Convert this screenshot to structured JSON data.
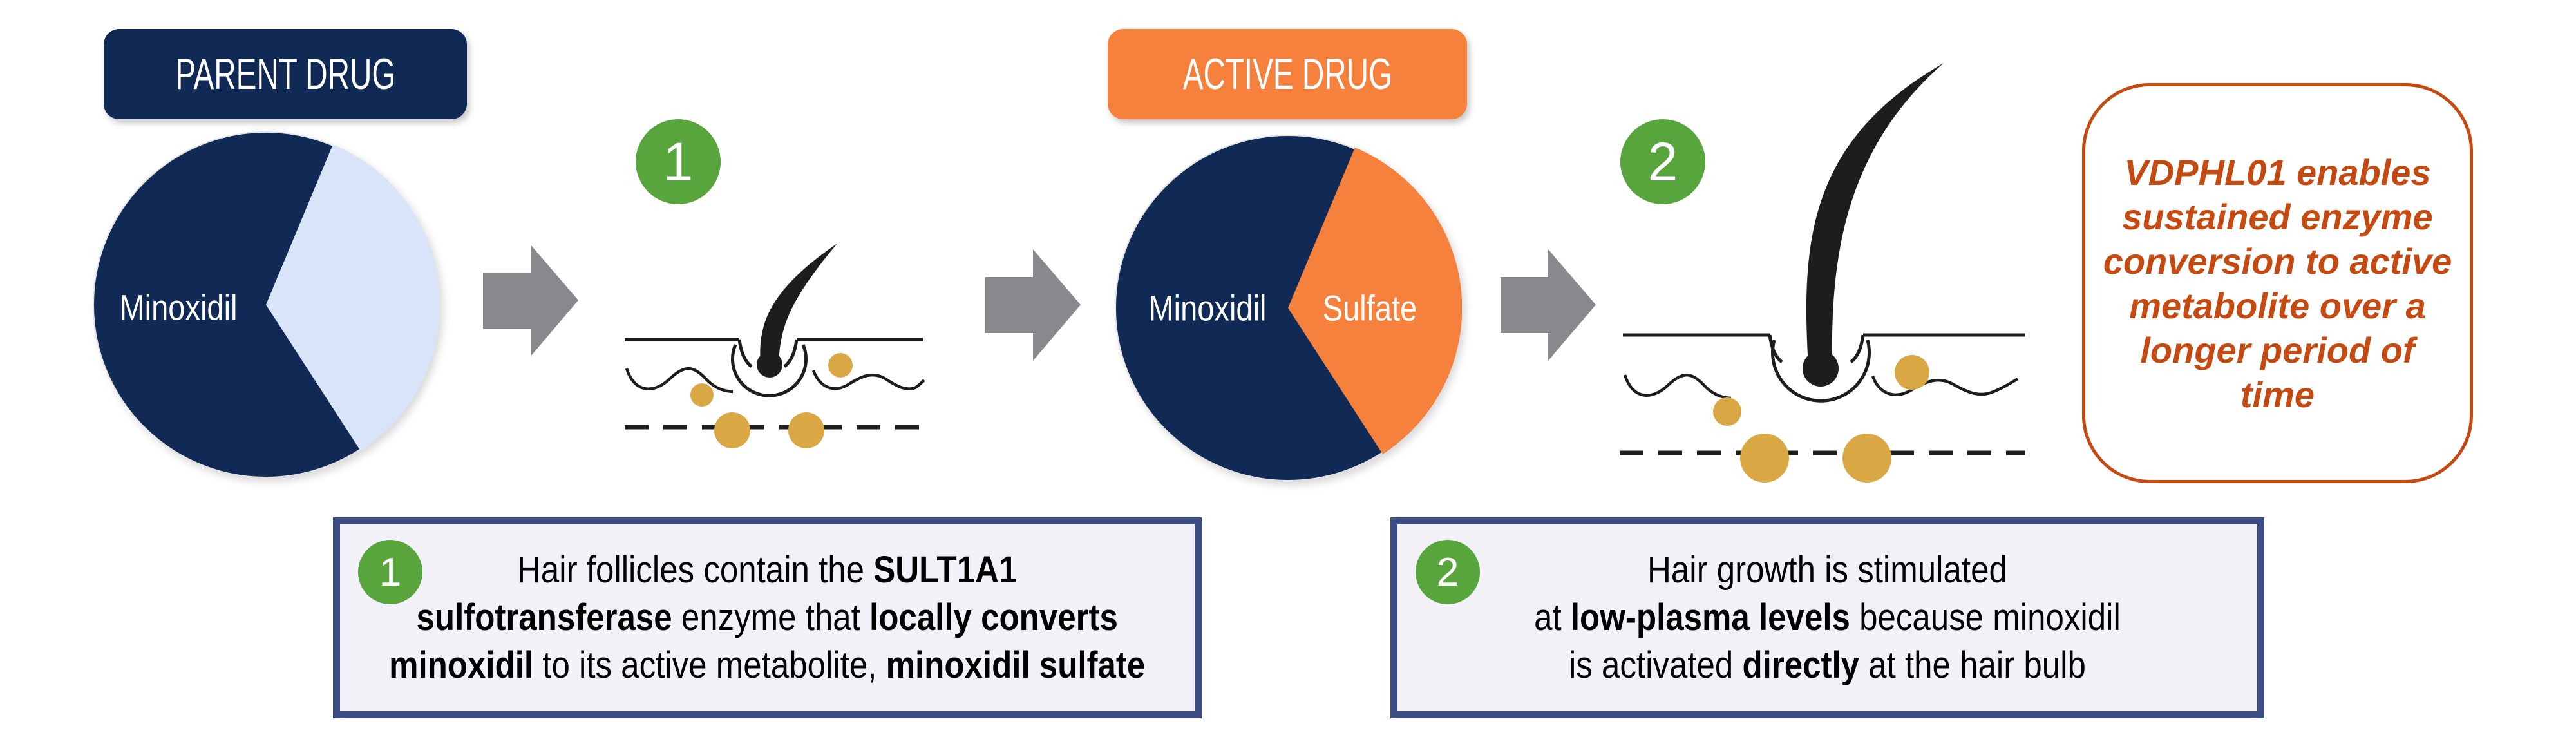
{
  "colors": {
    "navy": "#102a55",
    "light_blue": "#d9e4f8",
    "orange": "#f5813c",
    "burnt_orange": "#c54a11",
    "green": "#58a53e",
    "gold": "#d9a845",
    "gray": "#87898c",
    "callout_bg": "#f2f1f8",
    "callout_border": "#3c4d85",
    "ink": "#1d1d1b"
  },
  "labels": {
    "parent_drug": "PARENT DRUG",
    "active_drug": "ACTIVE DRUG"
  },
  "pies": {
    "parent": {
      "main_slice_label": "Minoxidil"
    },
    "active": {
      "main_slice_label": "Minoxidil",
      "wedge_slice_label": "Sulfate"
    }
  },
  "badges": {
    "step1": "1",
    "step2": "2"
  },
  "note_box": {
    "lines": [
      "VDPHL01 enables",
      "sustained enzyme",
      "conversion to active",
      "metabolite over a",
      "longer period of",
      "time"
    ]
  },
  "callouts": {
    "one": {
      "badge": "1",
      "segments": [
        {
          "text": "Hair follicles contain the "
        },
        {
          "text": "SULT1A1",
          "bold": true
        },
        {
          "br": true
        },
        {
          "text": "sulfotransferase",
          "bold": true
        },
        {
          "text": " enzyme that "
        },
        {
          "text": "locally converts",
          "bold": true
        },
        {
          "br": true
        },
        {
          "text": "minoxidil",
          "bold": true
        },
        {
          "text": " to its active metabolite, "
        },
        {
          "text": "minoxidil sulfate",
          "bold": true
        }
      ]
    },
    "two": {
      "badge": "2",
      "segments": [
        {
          "text": "Hair growth is stimulated"
        },
        {
          "br": true
        },
        {
          "text": "at "
        },
        {
          "text": "low-plasma levels",
          "bold": true
        },
        {
          "text": " because minoxidil"
        },
        {
          "br": true
        },
        {
          "text": "is activated "
        },
        {
          "text": "directly",
          "bold": true
        },
        {
          "text": " at the hair bulb"
        }
      ]
    }
  },
  "chart_data": [
    {
      "type": "pie",
      "title": "PARENT DRUG",
      "slices": [
        {
          "label": "Minoxidil",
          "value": 65,
          "color": "#102a55"
        },
        {
          "label": "",
          "value": 35,
          "color": "#d9e4f8"
        }
      ]
    },
    {
      "type": "pie",
      "title": "ACTIVE DRUG",
      "slices": [
        {
          "label": "Minoxidil",
          "value": 65,
          "color": "#102a55"
        },
        {
          "label": "Sulfate",
          "value": 35,
          "color": "#f5813c"
        }
      ]
    }
  ]
}
